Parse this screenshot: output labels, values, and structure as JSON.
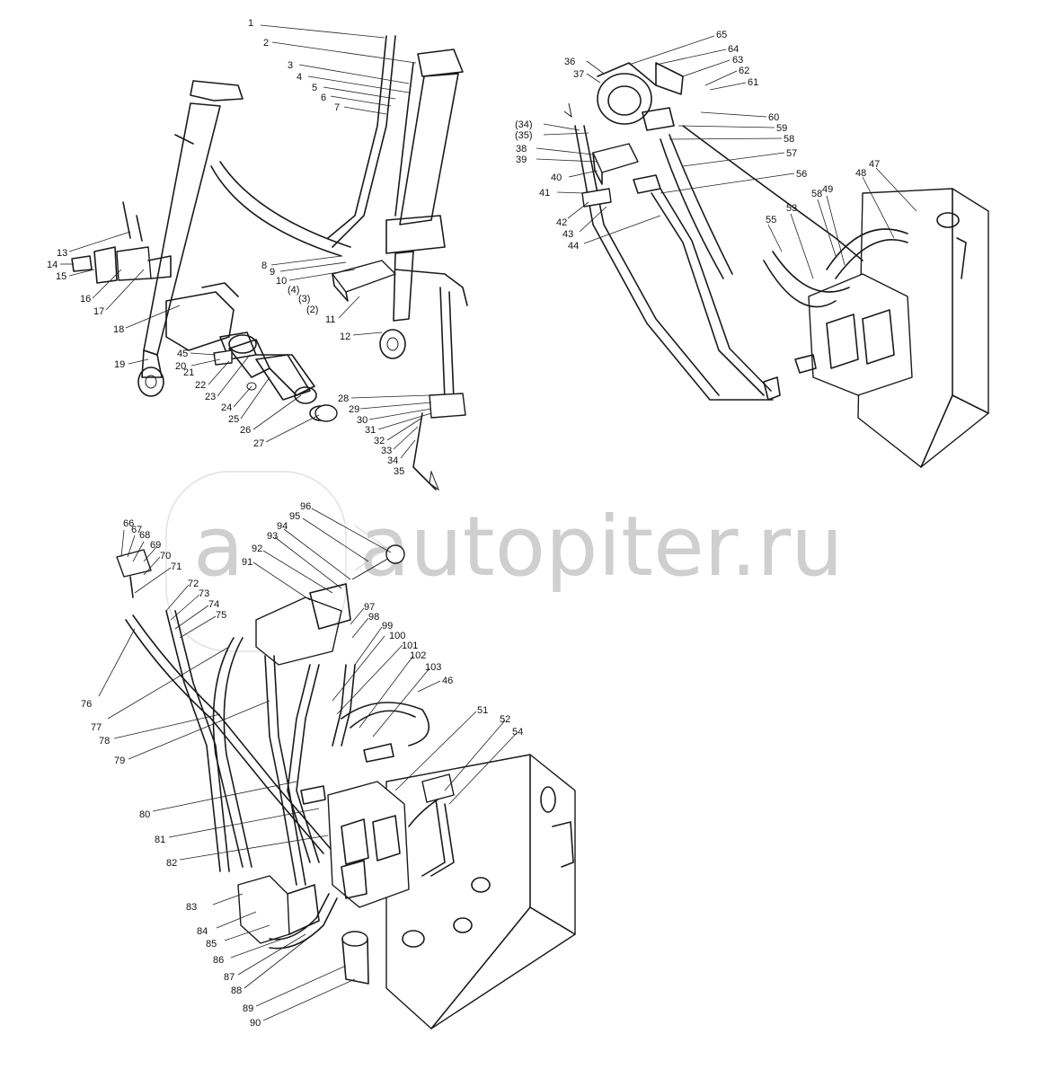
{
  "watermark": {
    "text": "autopiter.ru",
    "logo_letter": "a",
    "color": "#cfcfcf"
  },
  "labels": [
    "1",
    "2",
    "3",
    "4",
    "5",
    "6",
    "7",
    "8",
    "9",
    "10",
    "(4)",
    "(3)",
    "(2)",
    "11",
    "12",
    "13",
    "14",
    "15",
    "16",
    "17",
    "18",
    "19",
    "45",
    "20",
    "21",
    "22",
    "23",
    "24",
    "25",
    "26",
    "27",
    "28",
    "29",
    "30",
    "31",
    "32",
    "33",
    "34",
    "35",
    "36",
    "37",
    "65",
    "64",
    "63",
    "62",
    "61",
    "60",
    "59",
    "58",
    "57",
    "56",
    "(34)",
    "(35)",
    "38",
    "39",
    "40",
    "41",
    "42",
    "43",
    "44",
    "47",
    "48",
    "58",
    "49",
    "53",
    "55",
    "96",
    "95",
    "94",
    "93",
    "92",
    "91",
    "66",
    "67",
    "68",
    "69",
    "70",
    "71",
    "72",
    "73",
    "74",
    "75",
    "97",
    "98",
    "99",
    "100",
    "101",
    "102",
    "103",
    "46",
    "51",
    "52",
    "54",
    "76",
    "77",
    "78",
    "79",
    "80",
    "81",
    "82",
    "83",
    "84",
    "85",
    "86",
    "87",
    "88",
    "89",
    "90"
  ]
}
